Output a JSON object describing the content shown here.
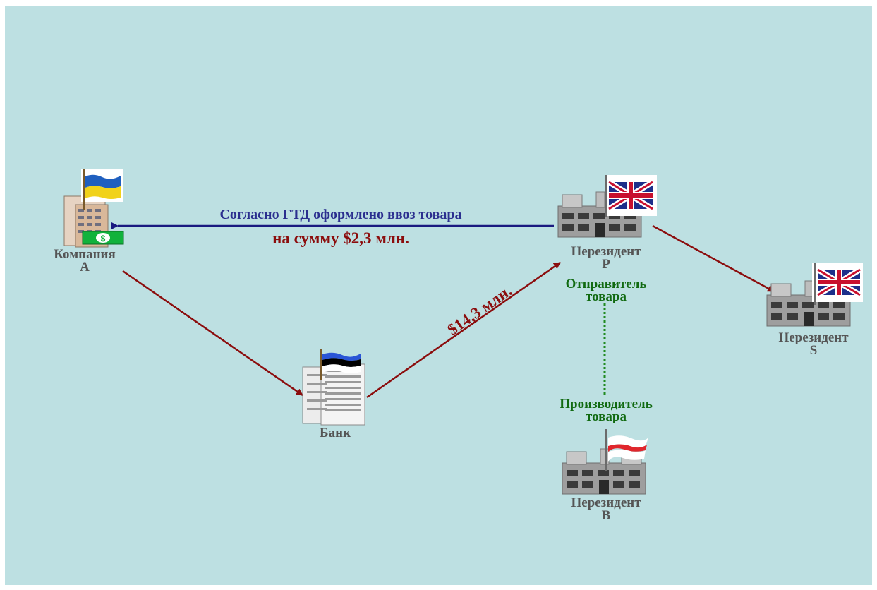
{
  "nodes": {
    "company_a": {
      "line1": "Компания",
      "line2": "А",
      "flag": "ukraine-flag-icon"
    },
    "bank": {
      "line1": "Банк",
      "flag": "estonia-flag-icon"
    },
    "nonresident_p": {
      "line1": "Нерезидент",
      "line2": "P",
      "flag": "uk-flag-icon",
      "role_line1": "Отправитель",
      "role_line2": "товара"
    },
    "nonresident_s": {
      "line1": "Нерезидент",
      "line2": "S",
      "flag": "uk-flag-icon"
    },
    "nonresident_b": {
      "line1": "Нерезидент",
      "line2": "B",
      "flag": "belarus-flag-icon",
      "role_line1": "Производитель",
      "role_line2": "товара"
    }
  },
  "edges": {
    "import_declaration": {
      "line1": "Согласно ГТД оформлено ввоз товара",
      "line2": "на  сумму $2,3 млн."
    },
    "bank_transfer": {
      "label": "$14,3 млн."
    }
  },
  "colors": {
    "background": "#bde0e2",
    "money_arrow": "#8b0d0d",
    "goods_arrow": "#1a1a80",
    "link_dotted": "#1f8a1f",
    "node_text": "#555555",
    "role_text": "#116a11"
  }
}
